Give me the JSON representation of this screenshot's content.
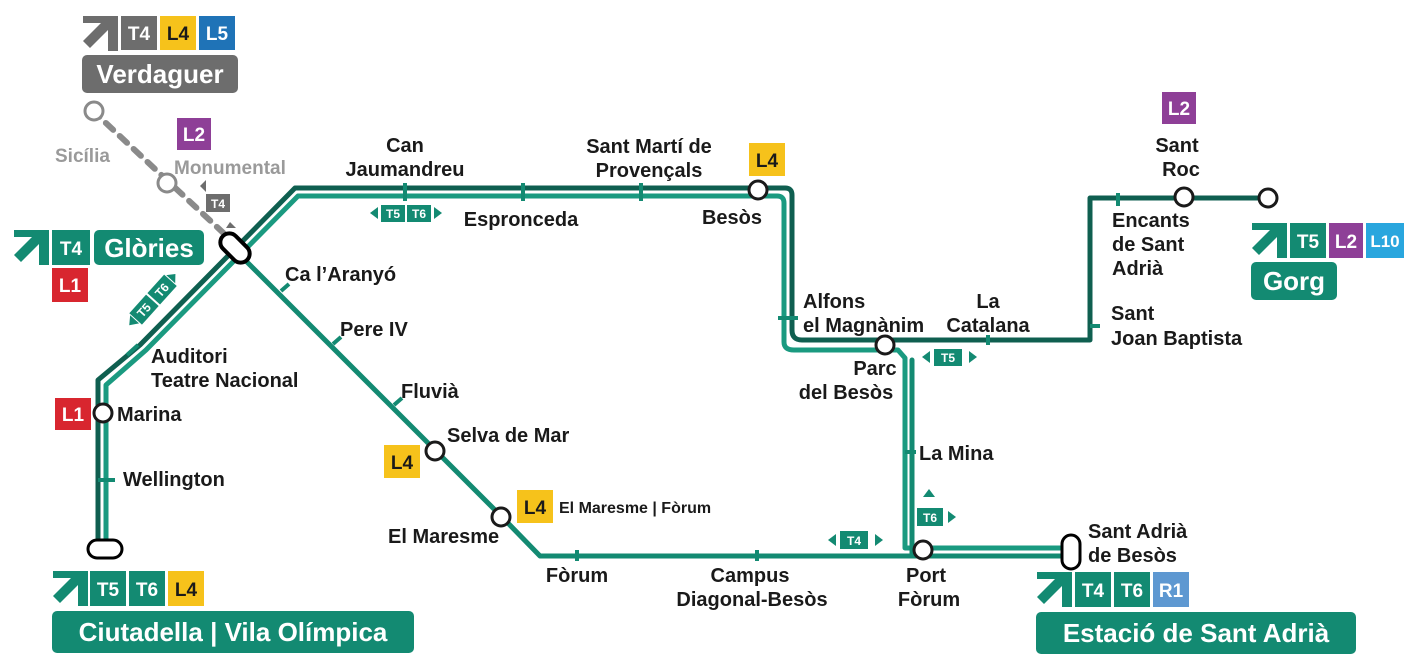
{
  "colors": {
    "tram": "#138a72",
    "tram_dark": "#0f5f50",
    "metro_grey": "#6d6d6d",
    "l1": "#d8262f",
    "l2": "#8e3f97",
    "l4": "#f6c21b",
    "l5": "#1f73b7",
    "l10": "#29a6de",
    "r1": "#5e98d1"
  },
  "interchanges": {
    "verdaguer": {
      "name": "Verdaguer",
      "lines": [
        "T4",
        "L4",
        "L5"
      ]
    },
    "glories": {
      "name": "Glòries",
      "tram": "T4",
      "metro": "L1"
    },
    "gorg": {
      "name": "Gorg",
      "lines": [
        "T5",
        "L2",
        "L10"
      ]
    },
    "ciutadella": {
      "name": "Ciutadella | Vila Olímpica",
      "lines": [
        "T5",
        "T6",
        "L4"
      ]
    },
    "sant_adria": {
      "name": "Estació de Sant Adrià",
      "lines": [
        "T4",
        "T6",
        "R1"
      ]
    }
  },
  "stations": {
    "sicilia": "Sicília",
    "monumental": "Monumental",
    "can_jaumandreu_1": "Can",
    "can_jaumandreu_2": "Jaumandreu",
    "espronceda": "Espronceda",
    "sant_marti_1": "Sant Martí de",
    "sant_marti_2": "Provençals",
    "besos": "Besòs",
    "alfons_1": "Alfons",
    "alfons_2": "el Magnànim",
    "la_catalana_1": "La",
    "la_catalana_2": "Catalana",
    "encants_1": "Encants",
    "encants_2": "de Sant",
    "encants_3": "Adrià",
    "sant_roc_1": "Sant",
    "sant_roc_2": "Roc",
    "sant_joan_1": "Sant",
    "sant_joan_2": "Joan Baptista",
    "parc_besos_1": "Parc",
    "parc_besos_2": "del Besòs",
    "la_mina": "La Mina",
    "ca_laranyo": "Ca l’Aranyó",
    "pere_iv": "Pere IV",
    "fluvia": "Fluvià",
    "selva_de_mar": "Selva de Mar",
    "el_maresme": "El Maresme",
    "el_maresme_forum": "El Maresme | Fòrum",
    "forum": "Fòrum",
    "campus_1": "Campus",
    "campus_2": "Diagonal-Besòs",
    "port_forum_1": "Port",
    "port_forum_2": "Fòrum",
    "sant_adria_besos_1": "Sant Adrià",
    "sant_adria_besos_2": "de Besòs",
    "auditori_1": "Auditori",
    "auditori_2": "Teatre Nacional",
    "marina": "Marina",
    "wellington": "Wellington"
  },
  "connections": {
    "besos": "L4",
    "sant_roc": "L2",
    "monumental": "L2",
    "marina": "L1",
    "selva_de_mar": "L4",
    "el_maresme_forum": "L4"
  },
  "direction_tags": {
    "top": [
      "T5",
      "T6"
    ],
    "glories_diag": [
      "T5",
      "T6"
    ],
    "catalana": "T5",
    "port": "T6",
    "bottom": "T4",
    "verdaguer": "T4"
  }
}
